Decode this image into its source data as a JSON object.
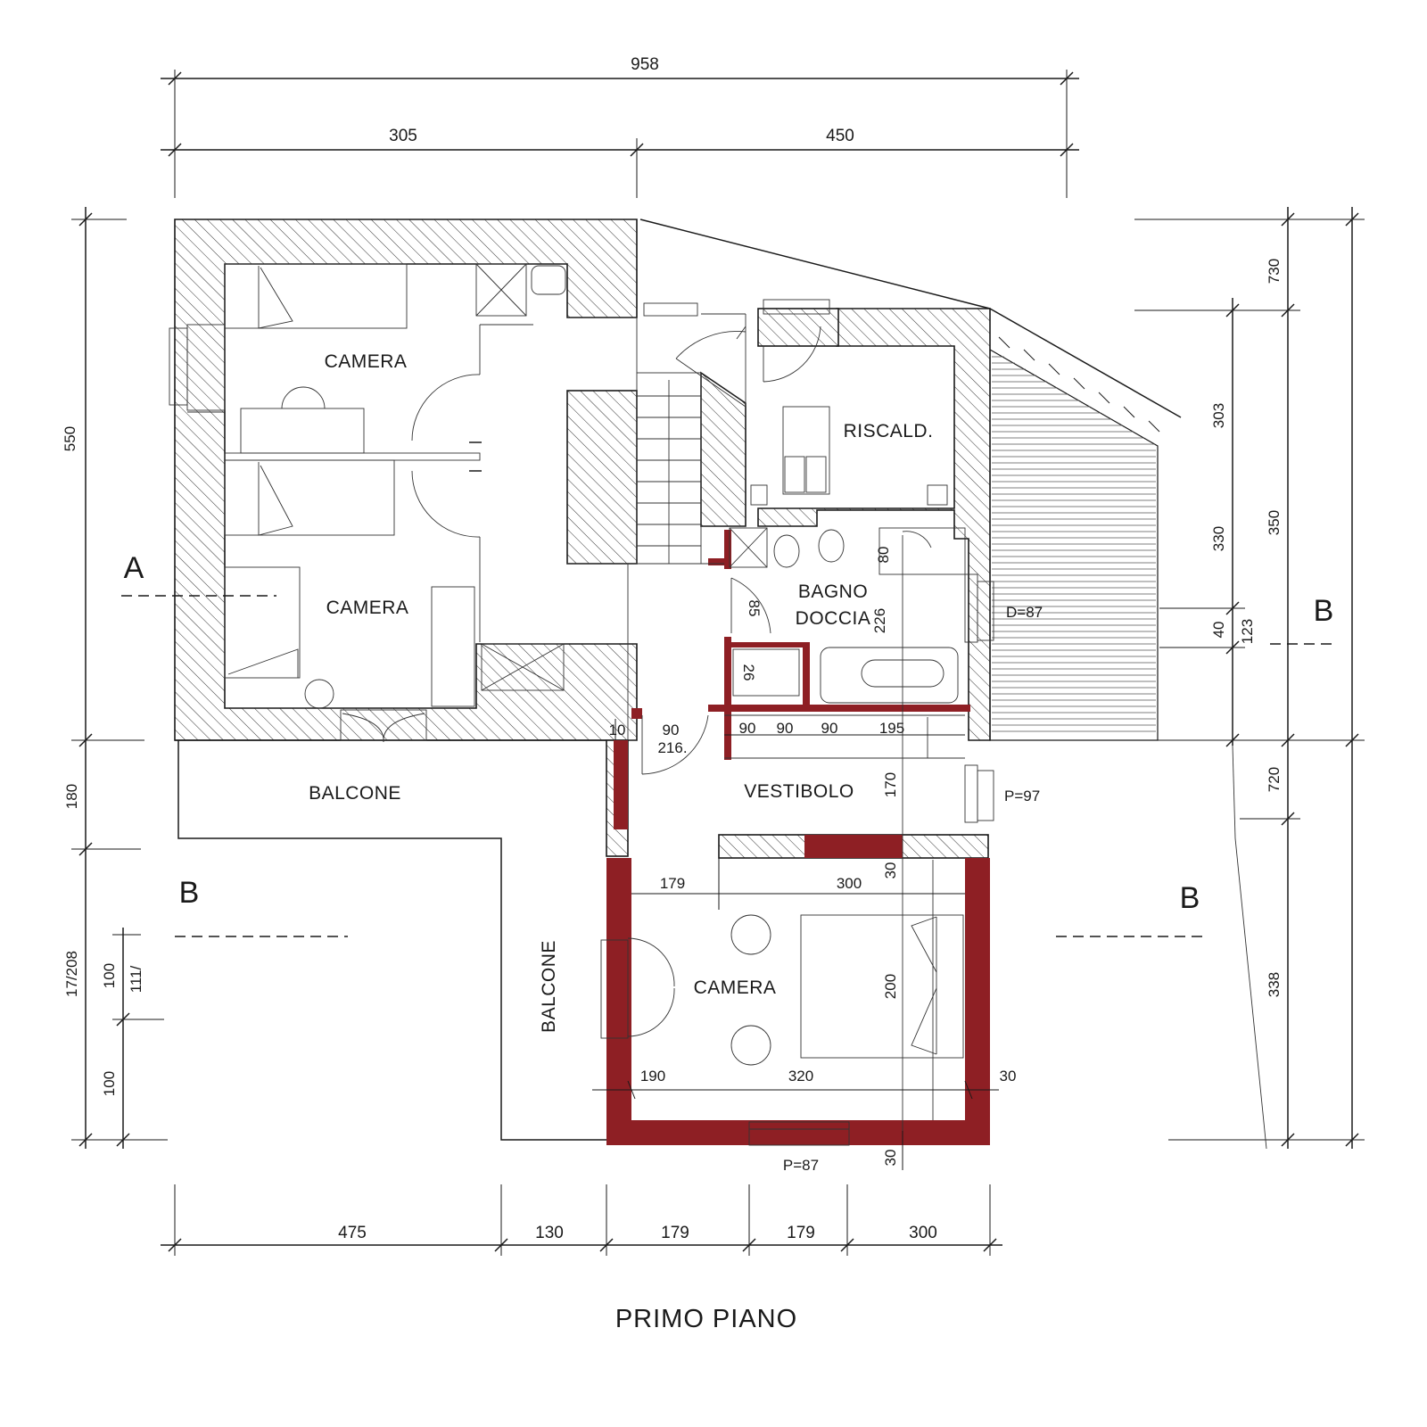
{
  "title": "PRIMO PIANO",
  "rooms": {
    "camera_1": "CAMERA",
    "camera_2": "CAMERA",
    "camera_3": "CAMERA",
    "riscald": "RISCALD.",
    "bagno_1": "BAGNO",
    "bagno_2": "DOCCIA",
    "vestibolo": "VESTIBOLO",
    "balcone_1": "BALCONE",
    "balcone_2": "BALCONE"
  },
  "sections": {
    "a": "A",
    "b1": "B",
    "b2": "B",
    "b3": "B"
  },
  "openings": {
    "d87": "D=87",
    "p97": "P=97",
    "p87": "P=87"
  },
  "dims": {
    "top_total": "958",
    "top_left": "305",
    "top_right": "450",
    "left_550": "550",
    "left_180": "180",
    "left_17208": "17/208",
    "left_100a": "100",
    "left_111": "111/",
    "left_100b": "100",
    "right_730": "730",
    "right_303": "303",
    "right_330": "330",
    "right_350": "350",
    "right_40": "40",
    "right_123": "123",
    "right_720": "720",
    "right_338": "338",
    "bot_475": "475",
    "bot_130": "130",
    "bot_179a": "179",
    "bot_179b": "179",
    "bot_300": "300",
    "in_10": "10",
    "in_90a": "90",
    "in_216": "216.",
    "in_90b": "90",
    "in_90c": "90",
    "in_90d": "90",
    "in_195": "195",
    "in_85": "85",
    "in_226": "226",
    "in_80": "80",
    "in_26": "26",
    "in_170": "170",
    "in_30a": "30",
    "in_179": "179",
    "in_300": "300",
    "in_200": "200",
    "in_190": "190",
    "in_320": "320",
    "in_30b": "30",
    "in_30c": "30"
  }
}
